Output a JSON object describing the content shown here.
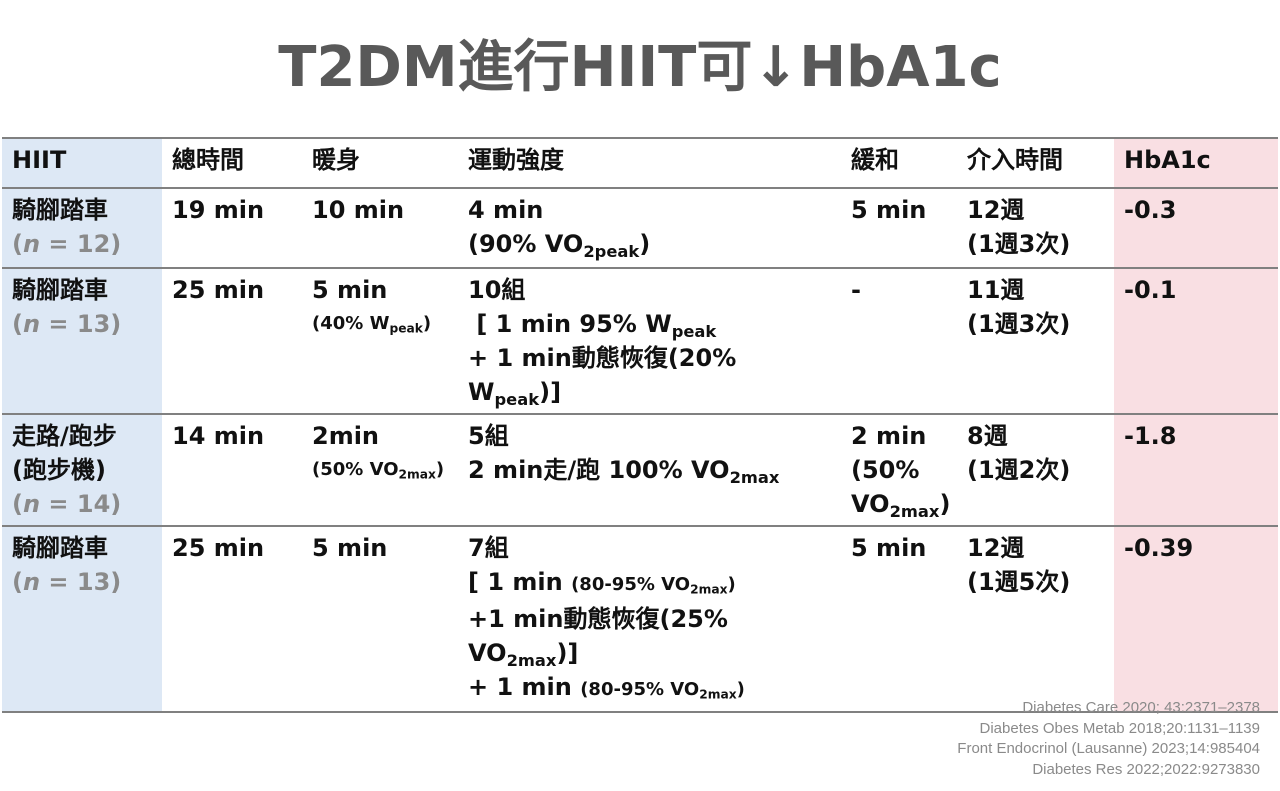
{
  "title": "T2DM進行HIIT可↓HbA1c",
  "table": {
    "headers": [
      "HIIT",
      "總時間",
      "暖身",
      "運動強度",
      "緩和",
      "介入時間",
      "HbA1c"
    ],
    "rows": [
      {
        "hiit_type": "騎腳踏車",
        "n_var": "n",
        "n_value": " = 12)",
        "total": "19 min",
        "warmup": "10 min",
        "intensity_l1": "4 min",
        "intensity_l2a": "(90% VO",
        "intensity_l2sub": "2peak",
        "intensity_l2b": ")",
        "cooldown": "5 min",
        "duration_l1": "12週",
        "duration_l2": "(1週3次)",
        "hba1c": "-0.3"
      },
      {
        "hiit_type": "騎腳踏車",
        "n_var": "n",
        "n_value": " = 13)",
        "total": "25 min",
        "warmup": "5 min",
        "warmup_note_a": "(40% W",
        "warmup_note_sub": "peak",
        "warmup_note_b": ")",
        "intensity_l1": "10組",
        "intensity_l2a": " [ 1 min 95% W",
        "intensity_l2sub": "peak",
        "intensity_l3a": "+ 1 min動態恢復(20% W",
        "intensity_l3sub": "peak",
        "intensity_l3b": ")]",
        "cooldown": "-",
        "duration_l1": "11週",
        "duration_l2": "(1週3次)",
        "hba1c": "-0.1"
      },
      {
        "hiit_type": "走路/跑步",
        "hiit_type_l2": "(跑步機)",
        "n_var": "n",
        "n_value": " = 14)",
        "total": "14 min",
        "warmup": "2min",
        "warmup_note_a": "(50% VO",
        "warmup_note_sub": "2max",
        "warmup_note_b": ")",
        "intensity_l1": "5組",
        "intensity_l2a": "2 min走/跑 100% VO",
        "intensity_l2sub": "2max",
        "cooldown": "2 min",
        "cooldown_l2": "(50%",
        "cooldown_l3a": "VO",
        "cooldown_l3sub": "2max",
        "cooldown_l3b": ")",
        "duration_l1": "8週",
        "duration_l2": "(1週2次)",
        "hba1c": "-1.8"
      },
      {
        "hiit_type": "騎腳踏車",
        "n_var": "n",
        "n_value": " = 13)",
        "total": "25 min",
        "warmup": "5 min",
        "intensity_l1": "7組",
        "intensity_l2a": "[ 1 min ",
        "intensity_l2small": "(80-95% VO",
        "intensity_l2sub": "2max",
        "intensity_l2b": ")",
        "intensity_l3a": "+1 min動態恢復(25% VO",
        "intensity_l3sub": "2max",
        "intensity_l3b": ")]",
        "intensity_l4a": "+ 1 min ",
        "intensity_l4small": "(80-95% VO",
        "intensity_l4sub": "2max",
        "intensity_l4b": ")",
        "cooldown": "5 min",
        "duration_l1": "12週",
        "duration_l2": "(1週5次)",
        "hba1c": "-0.39"
      }
    ]
  },
  "references": [
    "Diabetes Care 2020; 43:2371–2378",
    "Diabetes Obes Metab 2018;20:1131–1139",
    "Front Endocrinol (Lausanne) 2023;14:985404",
    "Diabetes Res 2022;2022:9273830"
  ],
  "colors": {
    "title": "#595959",
    "hiit_column_bg": "#dde8f5",
    "hba1c_column_bg": "#f9dfe3",
    "rule": "#808080",
    "muted_text": "#8a8a8a"
  }
}
